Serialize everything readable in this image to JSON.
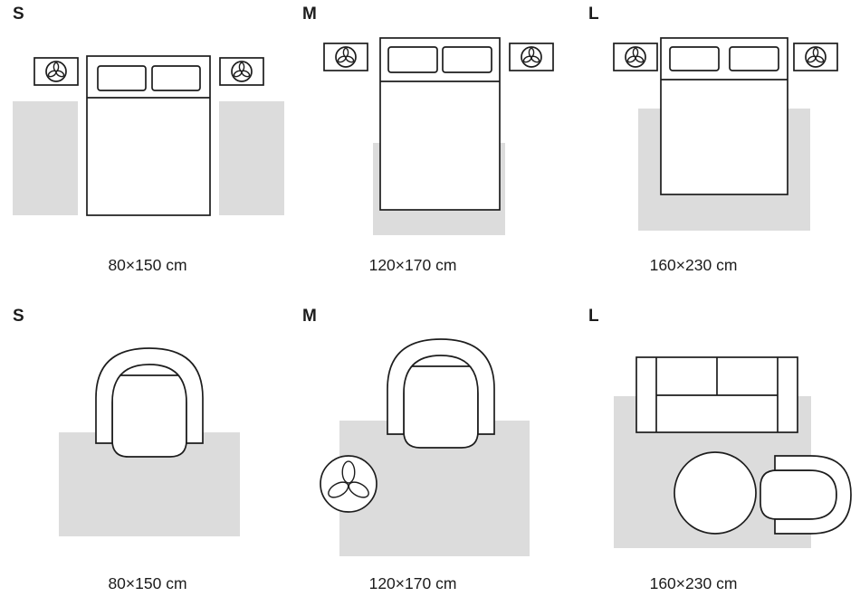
{
  "colors": {
    "rug": "#dcdcdc",
    "line": "#1d1d1d"
  },
  "sections": [
    {
      "name": "bedroom-row",
      "cells": [
        {
          "size_label": "S",
          "dimensions": "80×150 cm"
        },
        {
          "size_label": "M",
          "dimensions": "120×170 cm"
        },
        {
          "size_label": "L",
          "dimensions": "160×230 cm"
        }
      ]
    },
    {
      "name": "living-room-row",
      "cells": [
        {
          "size_label": "S",
          "dimensions": "80×150 cm"
        },
        {
          "size_label": "M",
          "dimensions": "120×170 cm"
        },
        {
          "size_label": "L",
          "dimensions": "160×230 cm"
        }
      ]
    }
  ]
}
